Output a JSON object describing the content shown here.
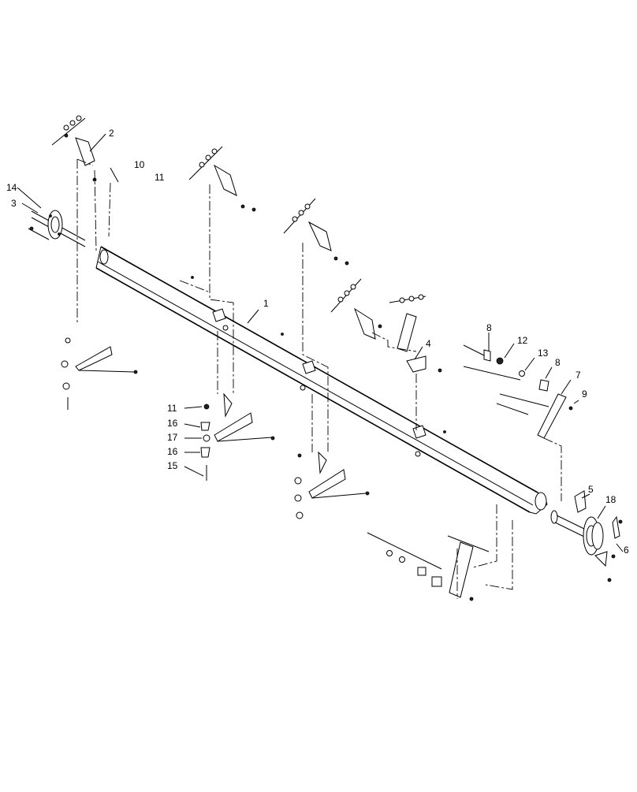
{
  "callouts": [
    {
      "id": "c1",
      "label": "1"
    },
    {
      "id": "c2",
      "label": "2"
    },
    {
      "id": "c3",
      "label": "3"
    },
    {
      "id": "c4",
      "label": "4"
    },
    {
      "id": "c5",
      "label": "5"
    },
    {
      "id": "c6",
      "label": "6"
    },
    {
      "id": "c7",
      "label": "7"
    },
    {
      "id": "c8a",
      "label": "8"
    },
    {
      "id": "c8b",
      "label": "8"
    },
    {
      "id": "c9",
      "label": "9"
    },
    {
      "id": "c10",
      "label": "10"
    },
    {
      "id": "c11a",
      "label": "11"
    },
    {
      "id": "c11b",
      "label": "11"
    },
    {
      "id": "c12",
      "label": "12"
    },
    {
      "id": "c13",
      "label": "13"
    },
    {
      "id": "c14",
      "label": "14"
    },
    {
      "id": "c15",
      "label": "15"
    },
    {
      "id": "c16a",
      "label": "16"
    },
    {
      "id": "c16b",
      "label": "16"
    },
    {
      "id": "c17",
      "label": "17"
    },
    {
      "id": "c18",
      "label": "18"
    }
  ]
}
